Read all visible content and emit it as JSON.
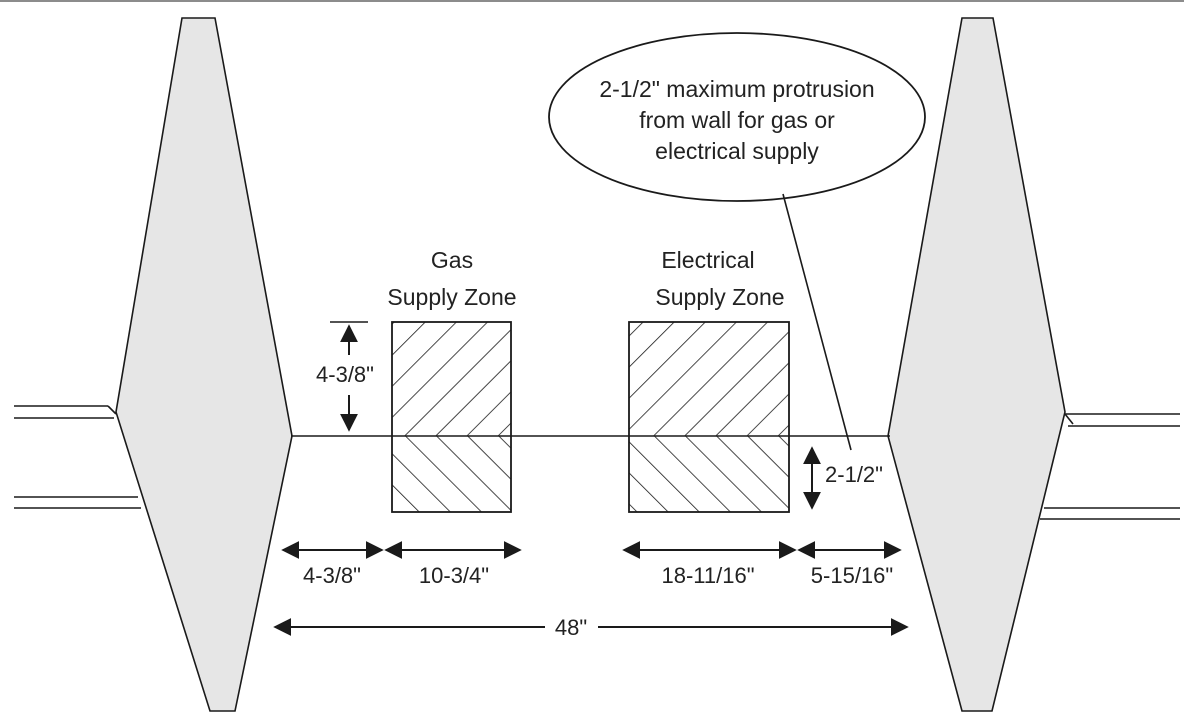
{
  "callout": {
    "line1": "2-1/2\" maximum protrusion",
    "line2": "from wall for gas or",
    "line3": "electrical supply"
  },
  "zones": {
    "gas": {
      "line1": "Gas",
      "line2": "Supply Zone"
    },
    "electrical": {
      "line1": "Electrical",
      "line2": "Supply Zone"
    }
  },
  "dimensions": {
    "gas_height": "4-3/8\"",
    "protrusion": "2-1/2\"",
    "left_offset": "4-3/8\"",
    "gas_width": "10-3/4\"",
    "electrical_width": "18-11/16\"",
    "right_offset": "5-15/16\"",
    "total_width": "48\""
  },
  "colors": {
    "stud_fill": "#e6e6e6",
    "stroke": "#1a1a1a",
    "top_border": "#8c8c8c"
  }
}
